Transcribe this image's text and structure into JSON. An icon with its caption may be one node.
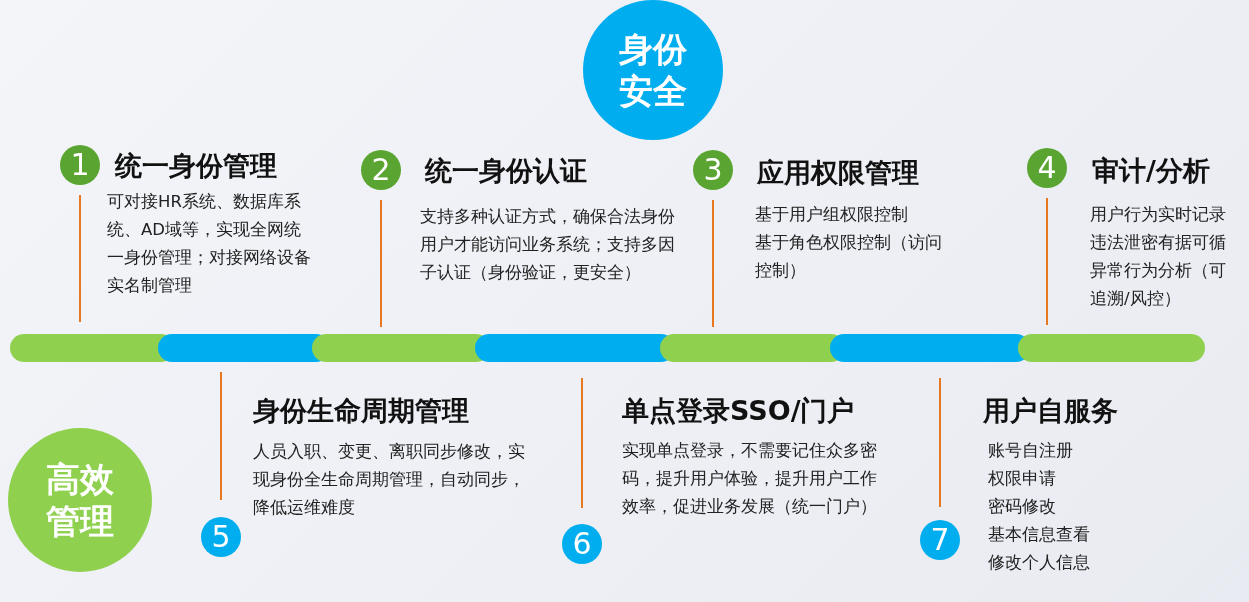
{
  "diagram": {
    "nodes": [
      {
        "text": [
          "身份安全"
        ]
      },
      {
        "text": [
          "1",
          "统一身份管理",
          "可对接HR系统、数据库系统、AD域等，实现全网统一身份管理；对接网络设备实名制管理"
        ]
      },
      {
        "text": [
          "2",
          "统一身份认证",
          "支持多种认证方式，确保合法身份用户才能访问业务系统；支持多因子认证（身份验证，更安全）"
        ]
      },
      {
        "text": [
          "3",
          "应用权限管理",
          "基于用户组权限控制",
          "基于角色权限控制（访问控制）"
        ]
      },
      {
        "text": [
          "4",
          "审计/分析",
          "用户行为实时记录",
          "违法泄密有据可循",
          "异常行为分析（可追溯/风控）"
        ]
      },
      {
        "text": [
          "高效管理"
        ]
      },
      {
        "text": [
          "5",
          "身份生命周期管理",
          "人员入职、变更、离职同步修改，实现身份全生命周期管理，自动同步，降低运维难度"
        ]
      },
      {
        "text": [
          "6",
          "单点登录SSO/门户",
          "实现单点登录，不需要记住众多密码，提升用户体验，提升用户工作效率，促进业务发展（统一门户）"
        ]
      },
      {
        "text": [
          "7",
          "用户自服务",
          "账号自注册",
          "权限申请",
          "密码修改",
          "基本信息查看",
          "修改个人信息"
        ]
      }
    ],
    "edges": []
  }
}
